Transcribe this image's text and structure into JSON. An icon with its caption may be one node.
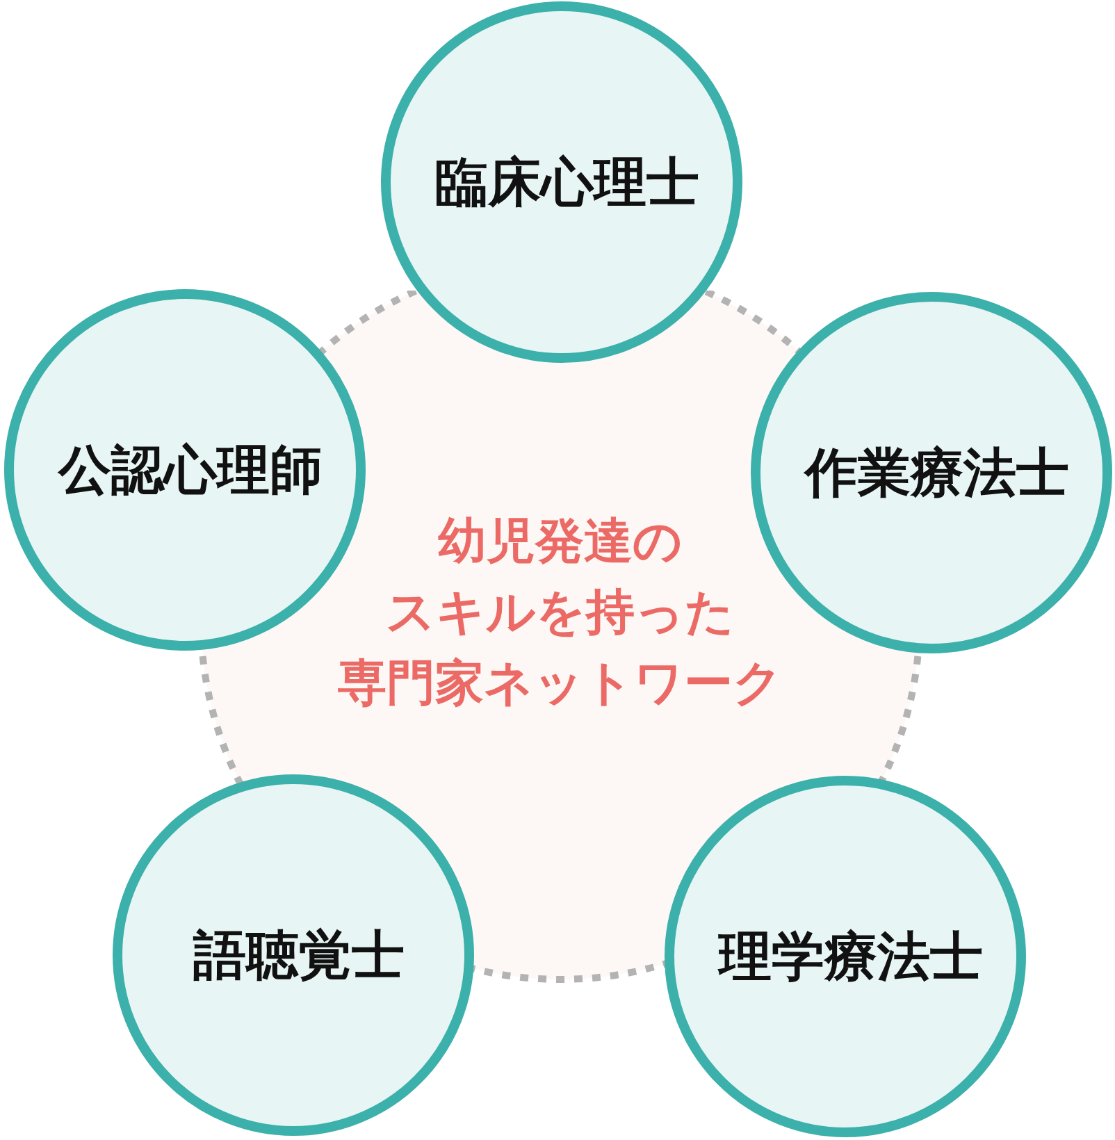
{
  "diagram": {
    "nodes": [
      {
        "text": [
          "臨床心理士"
        ]
      },
      {
        "text": [
          "公認心理師"
        ]
      },
      {
        "text": [
          "作業療法士"
        ]
      },
      {
        "text": [
          "幼児発達のスキルを持った専門家ネットワーク"
        ]
      },
      {
        "text": [
          "語聴覚士"
        ]
      },
      {
        "text": [
          "理学療法士"
        ]
      }
    ]
  }
}
